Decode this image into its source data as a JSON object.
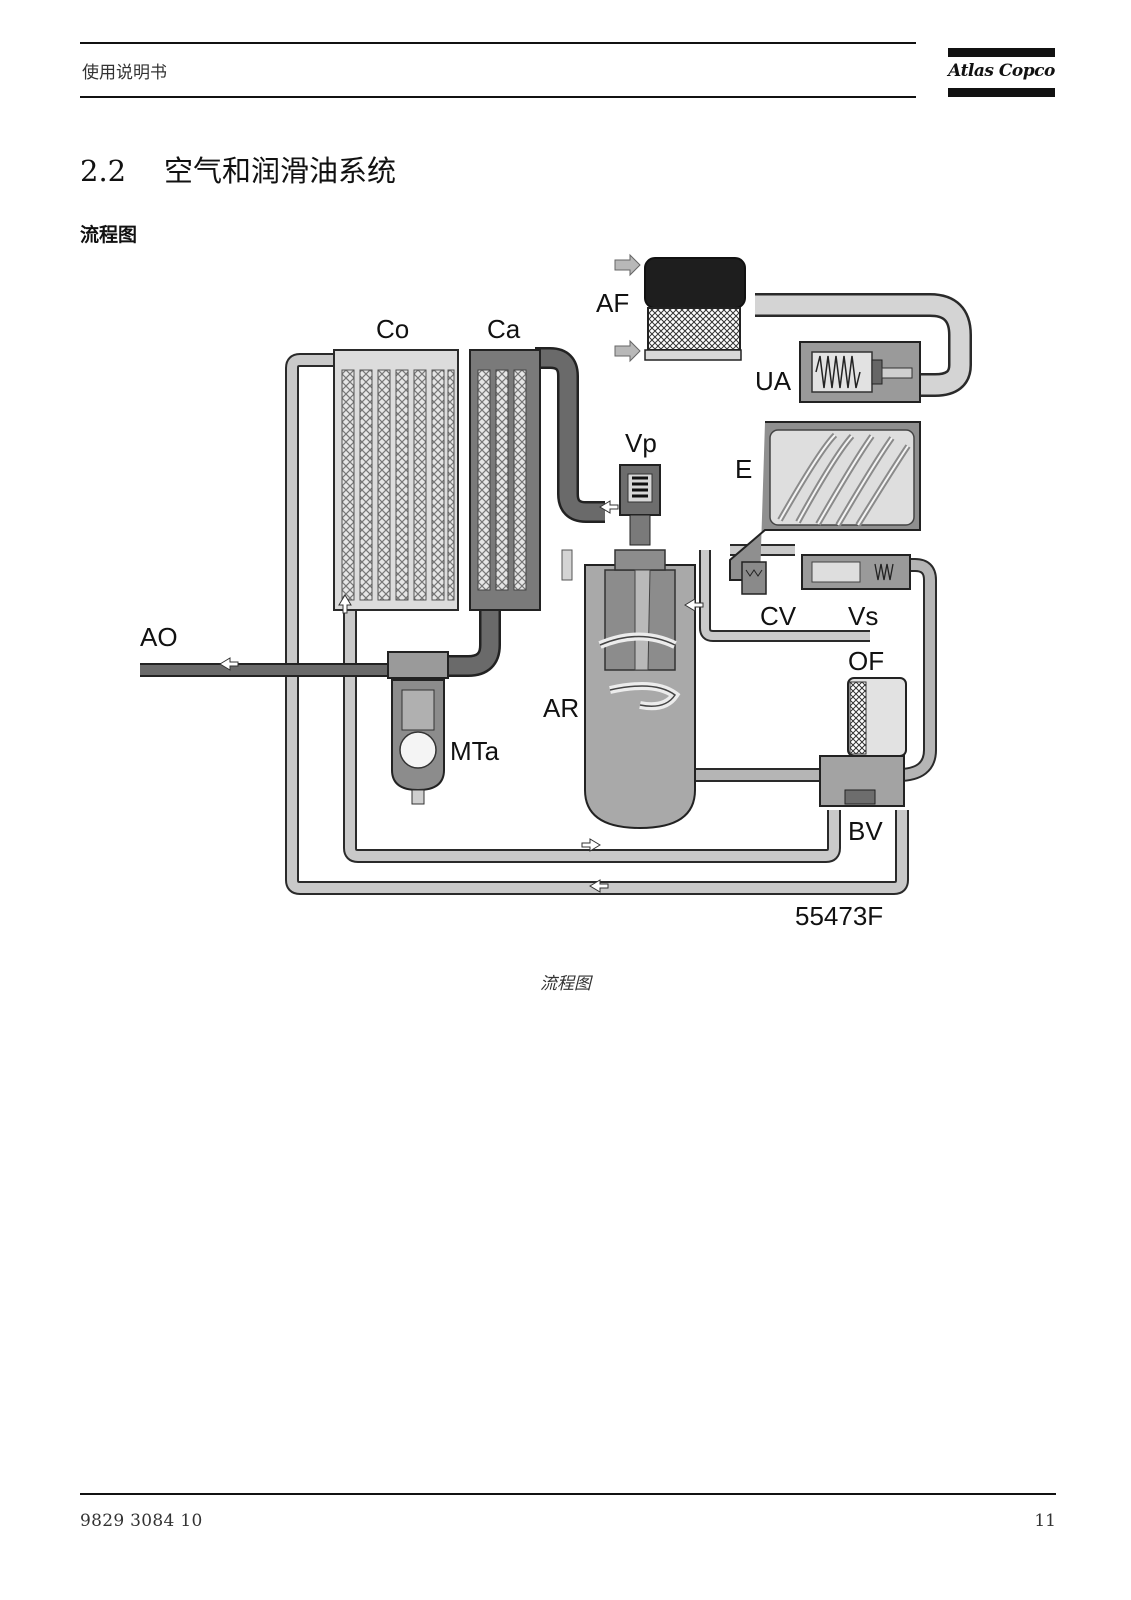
{
  "header": {
    "title": "使用说明书",
    "logo_text": "Atlas Copco"
  },
  "section": {
    "number": "2.2",
    "title": "空气和润滑油系统"
  },
  "subsection": {
    "title": "流程图"
  },
  "figure": {
    "labels": {
      "af": "AF",
      "co": "Co",
      "ca": "Ca",
      "ua": "UA",
      "vp": "Vp",
      "e": "E",
      "ao": "AO",
      "cv": "CV",
      "vs": "Vs",
      "of": "OF",
      "ar": "AR",
      "mta": "MTa",
      "bv": "BV"
    },
    "figure_id": "55473F",
    "caption": "流程图"
  },
  "footer": {
    "doc_number": "9829 3084 10",
    "page_number": "11"
  },
  "colors": {
    "air": "#bdbdbd",
    "air_oil": "#6a6a6a",
    "oil": "#a8a8a8",
    "outline": "#2a2a2a"
  }
}
